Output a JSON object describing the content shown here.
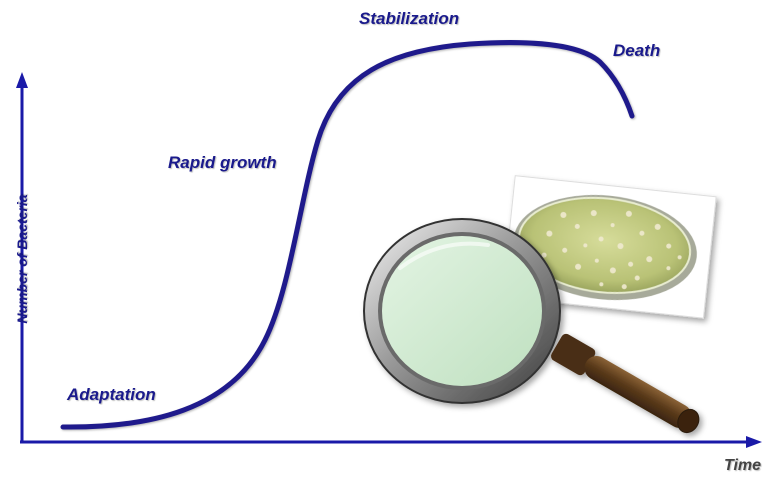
{
  "diagram": {
    "phases": {
      "adaptation": "Adaptation",
      "rapid_growth": "Rapid growth",
      "stabilization": "Stabilization",
      "death": "Death"
    },
    "axes": {
      "x_label": "Time",
      "y_label": "Number of Bacteria"
    },
    "colors": {
      "curve": "#1f1a8c",
      "axis": "#1a1aa8",
      "label": "#1a1a8c",
      "time_label": "#444444",
      "lens_fill": "#cfe9cf",
      "handle": "#5a3a1a",
      "petri_agar": "#b8c27a"
    },
    "icons": [
      "magnifying-glass-icon",
      "petri-dish-icon"
    ]
  }
}
